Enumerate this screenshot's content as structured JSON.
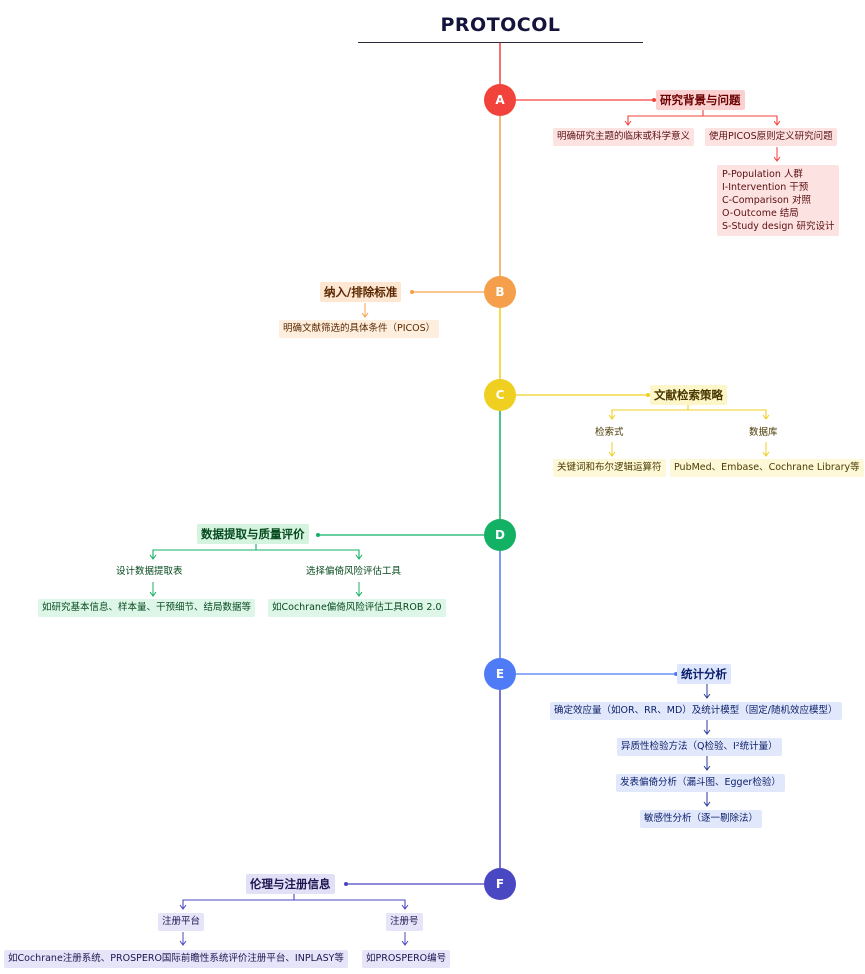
{
  "title": "PROTOCOL",
  "colors": {
    "a": "#f2423c",
    "b": "#f59e4c",
    "c": "#efcf20",
    "d": "#13b163",
    "e": "#4f7cf6",
    "f": "#4a47c2"
  },
  "nodes": {
    "a": "A",
    "b": "B",
    "c": "C",
    "d": "D",
    "e": "E",
    "f": "F"
  },
  "sections": {
    "a": {
      "header": "研究背景与问题",
      "left": "明确研究主题的临床或科学意义",
      "right": "使用PICOS原则定义研究问题",
      "picos": [
        "P-Population 人群",
        "I-Intervention 干预",
        "C-Comparison 对照",
        "O-Outcome 结局",
        "S-Study design 研究设计"
      ]
    },
    "b": {
      "header": "纳入/排除标准",
      "child": "明确文献筛选的具体条件（PICOS）"
    },
    "c": {
      "header": "文献检索策略",
      "left_label": "检索式",
      "left_child": "关键词和布尔逻辑运算符",
      "right_label": "数据库",
      "right_child": "PubMed、Embase、Cochrane Library等"
    },
    "d": {
      "header": "数据提取与质量评价",
      "left_label": "设计数据提取表",
      "left_child": "如研究基本信息、样本量、干预细节、结局数据等",
      "right_label": "选择偏倚风险评估工具",
      "right_child": "如Cochrane偏倚风险评估工具ROB 2.0"
    },
    "e": {
      "header": "统计分析",
      "steps": [
        "确定效应量（如OR、RR、MD）及统计模型（固定/随机效应模型）",
        "异质性检验方法（Q检验、I²统计量）",
        "发表偏倚分析（漏斗图、Egger检验）",
        "敏感性分析（逐一剔除法）"
      ]
    },
    "f": {
      "header": "伦理与注册信息",
      "left_label": "注册平台",
      "left_child": "如Cochrane注册系统、PROSPERO国际前瞻性系统评价注册平台、INPLASY等",
      "right_label": "注册号",
      "right_child": "如PROSPERO编号"
    }
  }
}
